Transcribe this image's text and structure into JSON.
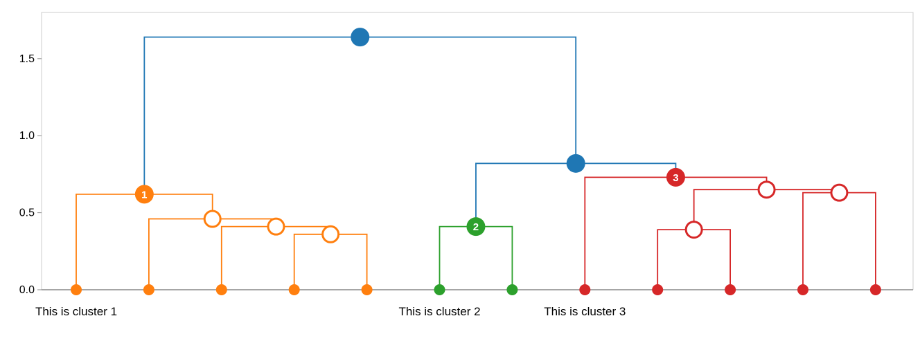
{
  "colors": {
    "root": "#1f77b4",
    "cluster1": "#ff7f0e",
    "cluster2": "#2ca02c",
    "cluster3": "#d62728",
    "axis": "#888888",
    "frame": "#cccccc"
  },
  "chart_data": {
    "type": "dendrogram",
    "title": "",
    "xlabel": "",
    "ylabel": "",
    "ylim": [
      0,
      1.8
    ],
    "yticks": [
      {
        "value": 0.0,
        "label": "0.0"
      },
      {
        "value": 0.5,
        "label": "0.5"
      },
      {
        "value": 1.0,
        "label": "1.0"
      },
      {
        "value": 1.5,
        "label": "1.5"
      }
    ],
    "grid": false,
    "leaves": [
      {
        "id": 0,
        "cluster": "cluster1"
      },
      {
        "id": 1,
        "cluster": "cluster1"
      },
      {
        "id": 2,
        "cluster": "cluster1"
      },
      {
        "id": 3,
        "cluster": "cluster1"
      },
      {
        "id": 4,
        "cluster": "cluster1"
      },
      {
        "id": 5,
        "cluster": "cluster2"
      },
      {
        "id": 6,
        "cluster": "cluster2"
      },
      {
        "id": 7,
        "cluster": "cluster3"
      },
      {
        "id": 8,
        "cluster": "cluster3"
      },
      {
        "id": 9,
        "cluster": "cluster3"
      },
      {
        "id": 10,
        "cluster": "cluster3"
      },
      {
        "id": 11,
        "cluster": "cluster3"
      }
    ],
    "merges": [
      {
        "id": "m34",
        "left": "3",
        "right": "4",
        "height": 0.36,
        "cluster": "cluster1",
        "style": "open"
      },
      {
        "id": "m234",
        "left": "2",
        "right": "m34",
        "height": 0.41,
        "cluster": "cluster1",
        "style": "open"
      },
      {
        "id": "m1234",
        "left": "1",
        "right": "m234",
        "height": 0.46,
        "cluster": "cluster1",
        "style": "open"
      },
      {
        "id": "c1",
        "left": "0",
        "right": "m1234",
        "height": 0.62,
        "cluster": "cluster1",
        "style": "labeled",
        "label": "1"
      },
      {
        "id": "c2",
        "left": "5",
        "right": "6",
        "height": 0.41,
        "cluster": "cluster2",
        "style": "labeled",
        "label": "2"
      },
      {
        "id": "m89",
        "left": "8",
        "right": "9",
        "height": 0.39,
        "cluster": "cluster3",
        "style": "open"
      },
      {
        "id": "m1011",
        "left": "10",
        "right": "11",
        "height": 0.63,
        "cluster": "cluster3",
        "style": "open"
      },
      {
        "id": "m891011",
        "left": "m89",
        "right": "m1011",
        "height": 0.65,
        "cluster": "cluster3",
        "style": "open"
      },
      {
        "id": "c3",
        "left": "7",
        "right": "m891011",
        "height": 0.73,
        "cluster": "cluster3",
        "style": "labeled",
        "label": "3"
      },
      {
        "id": "r1",
        "left": "c2",
        "right": "c3",
        "height": 0.82,
        "cluster": "root",
        "style": "filled"
      },
      {
        "id": "r0",
        "left": "c1",
        "right": "r1",
        "height": 1.64,
        "cluster": "root",
        "style": "filled"
      }
    ],
    "leaf_labels": [
      {
        "leaf": 0,
        "text": "This is cluster 1"
      },
      {
        "leaf": 5,
        "text": "This is cluster 2"
      },
      {
        "leaf": 7,
        "text": "This is cluster 3"
      }
    ]
  }
}
